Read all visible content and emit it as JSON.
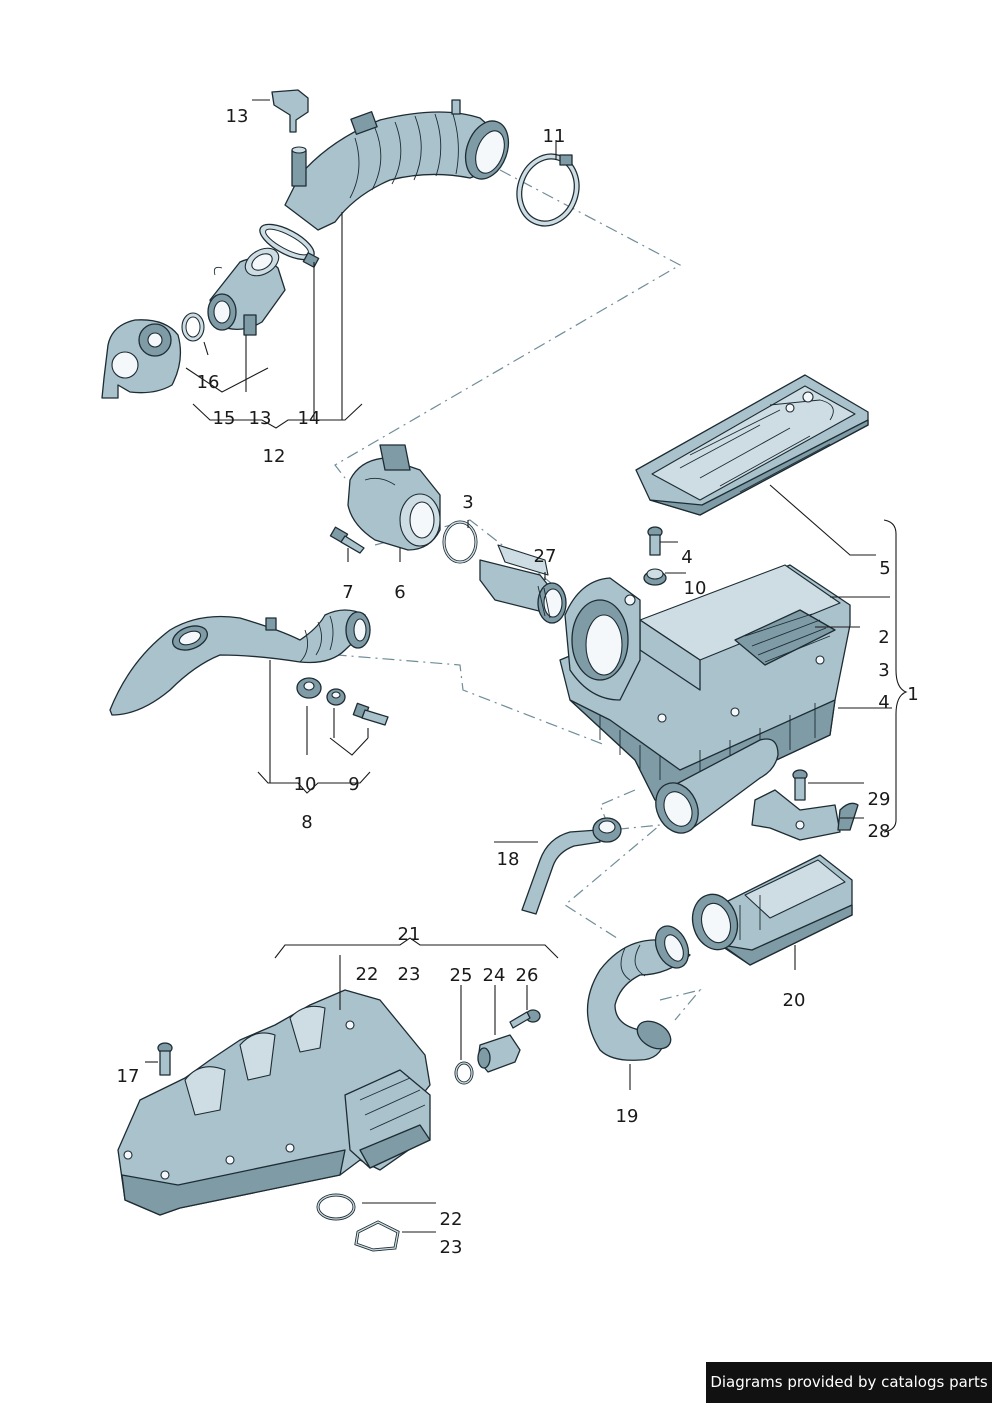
{
  "labels": {
    "l13a": "13",
    "l11": "11",
    "l16": "16",
    "l15": "15",
    "l13b": "13",
    "l14": "14",
    "l12": "12",
    "l3a": "3",
    "l27": "27",
    "l4a": "4",
    "l10a": "10",
    "l5": "5",
    "l7": "7",
    "l6": "6",
    "l2": "2",
    "l3b": "3",
    "l1": "1",
    "l4b": "4",
    "l10b": "10",
    "l9": "9",
    "l8": "8",
    "l29": "29",
    "l28": "28",
    "l18": "18",
    "l21": "21",
    "l22a": "22",
    "l23a": "23",
    "l25": "25",
    "l24": "24",
    "l26": "26",
    "l20": "20",
    "l17": "17",
    "l19": "19",
    "l22b": "22",
    "l23b": "23"
  },
  "credit": "Diagrams provided by catalogs parts"
}
